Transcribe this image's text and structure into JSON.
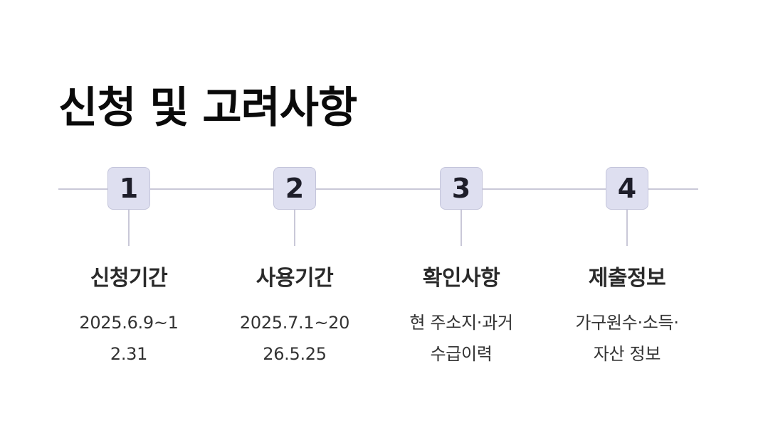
{
  "title": "신청 및 고려사항",
  "steps": [
    {
      "number": "1",
      "label": "신청기간",
      "description": "2025.6.9~12.31"
    },
    {
      "number": "2",
      "label": "사용기간",
      "description": "2025.7.1~2026.5.25"
    },
    {
      "number": "3",
      "label": "확인사항",
      "description": "현 주소지·과거 수급이력"
    },
    {
      "number": "4",
      "label": "제출정보",
      "description": "가구원수·소득·자산 정보"
    }
  ],
  "colors": {
    "box_fill": "#dedff0",
    "box_border": "#c4c5db",
    "line": "#c9c8d8",
    "text": "#111111"
  }
}
